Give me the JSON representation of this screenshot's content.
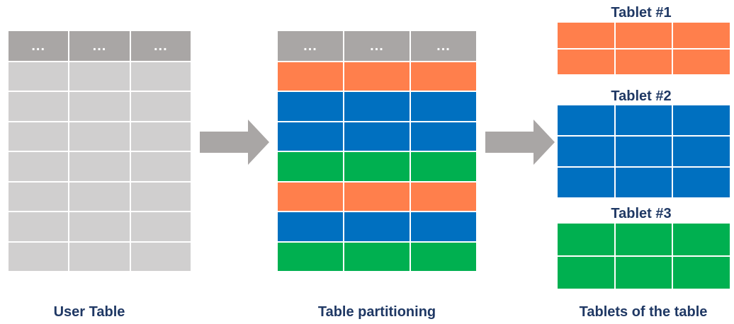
{
  "user_table": {
    "header_cells": [
      "...",
      "...",
      "..."
    ],
    "caption": "User Table",
    "row_count": 7,
    "row_color": "#d0cfcf"
  },
  "partition_table": {
    "header_cells": [
      "...",
      "...",
      "..."
    ],
    "caption": "Table partitioning",
    "row_colors": [
      "orange",
      "blue",
      "blue",
      "green",
      "orange",
      "blue",
      "green"
    ]
  },
  "tablets_section": {
    "caption": "Tablets of the table",
    "tablets": [
      {
        "title": "Tablet #1",
        "rows": 2,
        "color": "orange"
      },
      {
        "title": "Tablet #2",
        "rows": 3,
        "color": "blue"
      },
      {
        "title": "Tablet #3",
        "rows": 2,
        "color": "green"
      }
    ]
  },
  "colors": {
    "orange": "#ff7f4c",
    "blue": "#0070c0",
    "green": "#00b050",
    "gray": "#d0cfcf",
    "header_gray": "#a9a6a5",
    "arrow_gray": "#a9a6a5",
    "label_navy": "#1f3864"
  },
  "icons": {
    "arrow_1": "right-arrow-icon",
    "arrow_2": "right-arrow-icon"
  }
}
